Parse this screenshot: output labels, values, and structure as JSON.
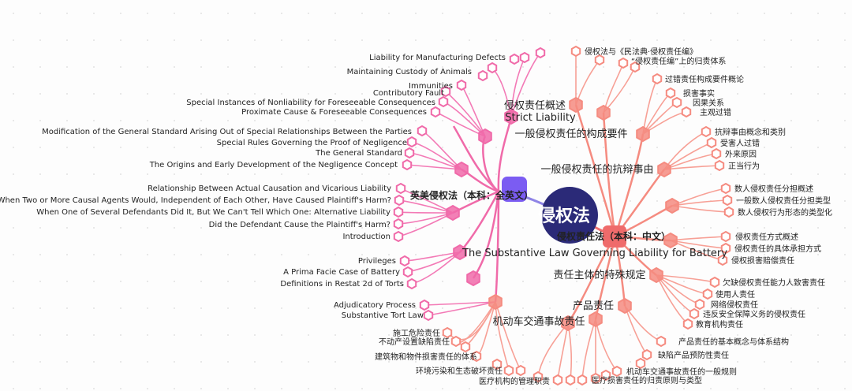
{
  "root": {
    "label": "侵权法"
  },
  "branch_en": {
    "label": "英美侵权法（本科：全英文）"
  },
  "branch_cn": {
    "label": "侵权责任法（本科：中文）"
  },
  "en": {
    "strict": {
      "label": "Strict Liability",
      "items": [
        "Liability for Manufacturing Defects",
        "Maintaining Custody of Animals"
      ]
    },
    "defenses": {
      "items": [
        "Immunities",
        "Contributory Fault",
        "Special Instances of Nonliability for Foreseeable Consequences",
        "Proximate Cause & Foreseeable Consequences"
      ]
    },
    "negligence": {
      "items": [
        "Modification of the General Standard Arising Out of Special Relationships Between the Parties",
        "Special Rules Governing the Proof of Negligence",
        "The General Standard",
        "The Origins and Early Development of the Negligence Concept"
      ]
    },
    "causation": {
      "items": [
        "Relationship Between Actual Causation and Vicarious Liability",
        "When Two or More Causal Agents Would, Independent of Each Other, Have Caused Plaintiff's Harm?",
        "When One of Several Defendants Did It, But We Can't Tell Which One: Alternative Liability",
        "Did the Defendant Cause the Plaintiff's Harm?",
        "Introduction"
      ]
    },
    "substantive": {
      "label": "The Substantive Law Governing Liability for Battery",
      "items": [
        "Privileges",
        "A Prima Facie Case of Battery",
        "Definitions in Restat 2d of Torts"
      ]
    },
    "intro": {
      "items": [
        "Adjudicatory Process",
        "Substantive Tort Law"
      ]
    }
  },
  "cn": {
    "overview": {
      "label": "侵权责任概述",
      "items": [
        "侵权法与《民法典·侵权责任编》",
        "“侵权责任编”上的归责体系"
      ]
    },
    "elements": {
      "label": "一般侵权责任的构成要件",
      "items": [
        "过错责任构成要件概论",
        "损害事实",
        "因果关系",
        "主观过错"
      ]
    },
    "defenses": {
      "label": "一般侵权责任的抗辩事由",
      "items": [
        "抗辩事由概念和类别",
        "受害人过错",
        "外来原因",
        "正当行为"
      ]
    },
    "multi": {
      "items": [
        "数人侵权责任分担概述",
        "一般数人侵权责任分担类型",
        "数人侵权行为形态的类型化"
      ]
    },
    "remedy": {
      "items": [
        "侵权责任方式概述",
        "侵权责任的具体承担方式",
        "侵权损害赔偿责任"
      ]
    },
    "special_subject": {
      "label": "责任主体的特殊规定",
      "items": [
        "欠缺侵权责任能力人致害责任",
        "使用人责任",
        "网络侵权责任",
        "违反安全保障义务的侵权责任",
        "教育机构责任"
      ]
    },
    "product": {
      "label": "产品责任",
      "items": [
        "产品责任的基本概念与体系结构",
        "缺陷产品预防性责任"
      ]
    },
    "traffic": {
      "label": "机动车交通事故责任",
      "items": [
        "机动车交通事故责任的一般规则"
      ]
    },
    "medical": {
      "items": [
        "医疗损害责任的归责原则与类型",
        "医疗机构的管理职责"
      ]
    },
    "environment": {
      "items": [
        "环境污染和生态破坏责任"
      ]
    },
    "building": {
      "items": [
        "建筑物和物件损害责任的体系",
        "不动产设置缺陷责任",
        "施工危险责任"
      ]
    }
  },
  "colors": {
    "en_branch": "#f06aa9",
    "cn_branch": "#f58b80",
    "root_fill": "#2b2a78",
    "en_center": "#7b5cf2",
    "cn_center": "#ef6b6b"
  }
}
